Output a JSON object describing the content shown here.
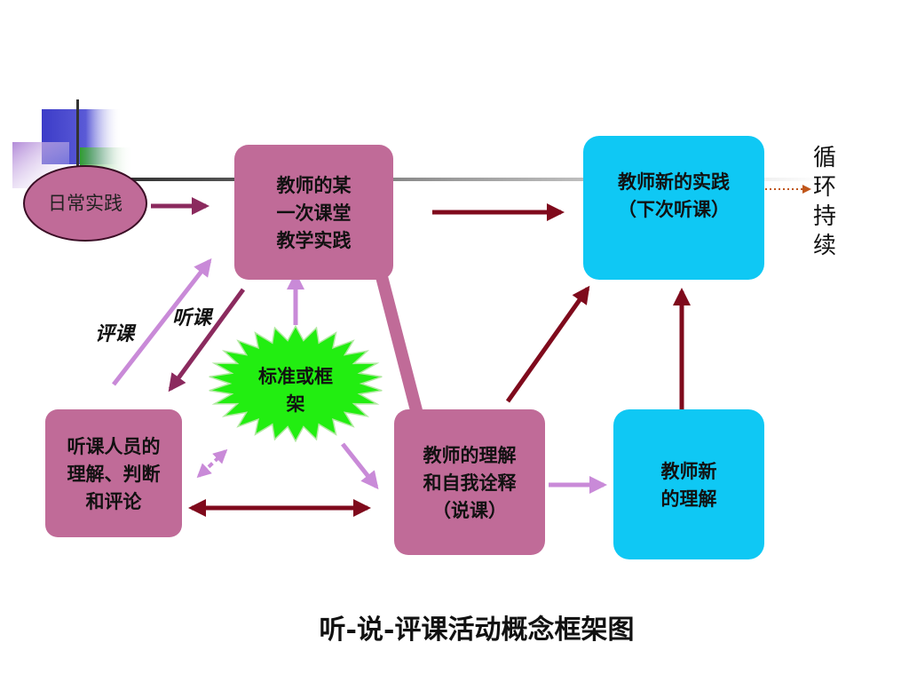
{
  "diagram": {
    "nodes": {
      "daily_practice": "日常实践",
      "teaching_practice": "教师的某\n一次课堂\n教学实践",
      "new_practice": "教师新的实践\n（下次听课）",
      "cycle_continues": "循\n环\n持\n续",
      "standard": "标准或框\n架",
      "observer_judgment": "听课人员的\n理解、判断\n和评论",
      "teacher_understanding": "教师的理解\n和自我诠释\n（说课）",
      "new_understanding": "教师新\n的理解"
    },
    "edge_labels": {
      "evaluate": "评课",
      "observe": "听课"
    },
    "caption": "听-说-评课活动概念框架图"
  },
  "colors": {
    "pink_box": "#c06b98",
    "cyan_box": "#0fc8f4",
    "dark_arrow": "#7f0a1c",
    "light_arrow": "#c98ad8",
    "starburst": "#22ee11",
    "ellipse_border": "#3a0d25"
  }
}
